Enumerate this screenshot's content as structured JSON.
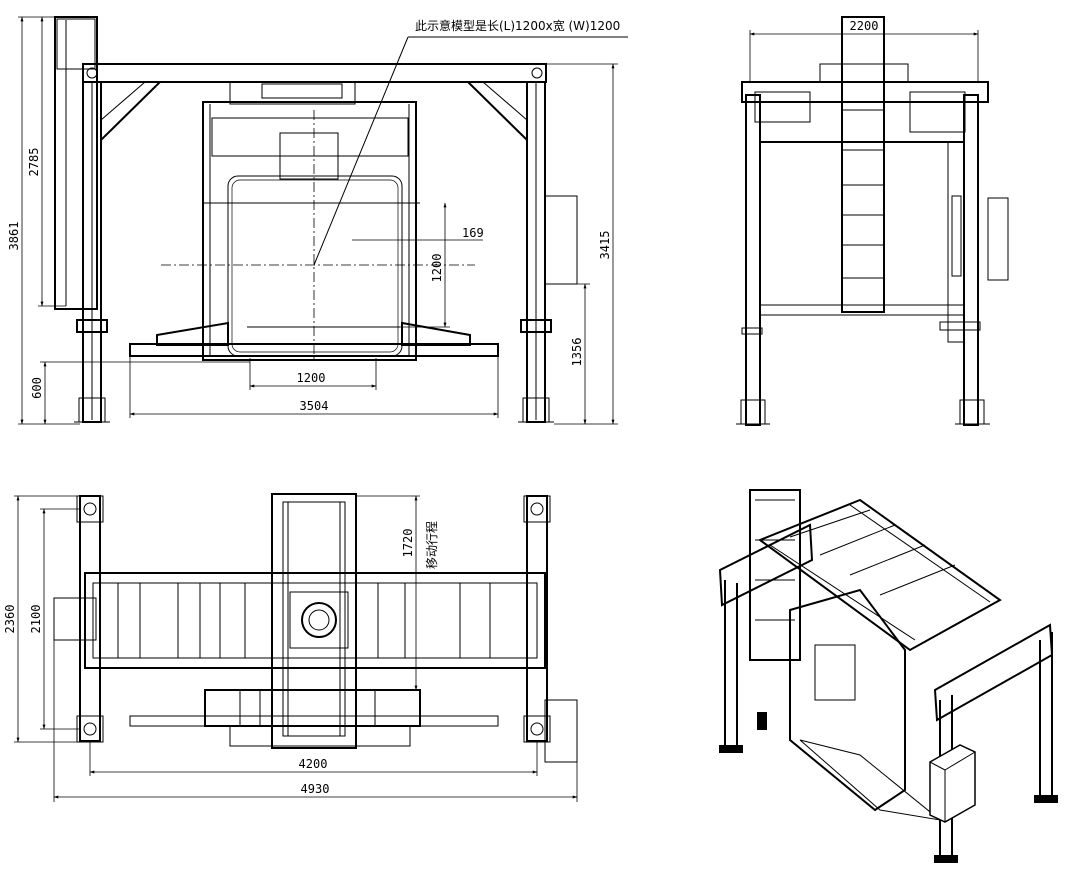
{
  "note": "此示意模型是长(L)1200x宽 (W)1200",
  "front_view": {
    "dims": {
      "overall_height": "3861",
      "frame_height": "2785",
      "base_height": "600",
      "top_height": "3415",
      "table_height": "1356",
      "pallet_width": "1200",
      "base_width": "3504",
      "pallet_height": "1200",
      "offset": "169"
    }
  },
  "side_view": {
    "dims": {
      "frame_width": "2200"
    }
  },
  "top_view": {
    "dims": {
      "depth_total": "2360",
      "depth_inner": "2100",
      "travel": "1720",
      "travel_label": "移动行程",
      "length_inner": "4200",
      "length_total": "4930"
    }
  }
}
